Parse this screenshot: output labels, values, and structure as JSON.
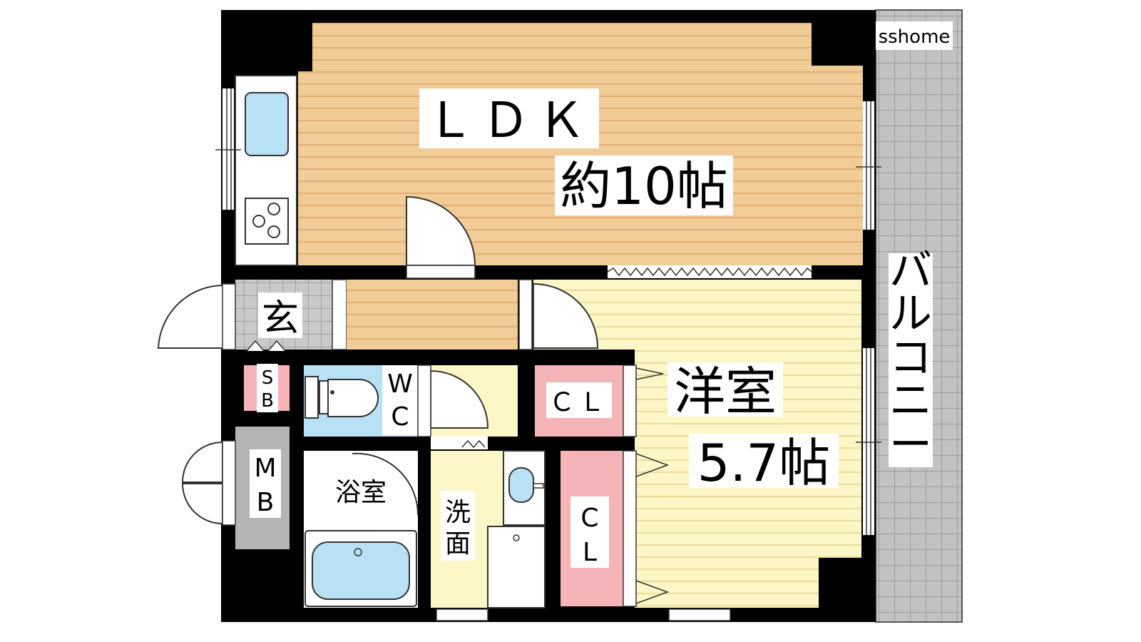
{
  "floorplan": {
    "watermark": "sshome",
    "rooms": {
      "ldk_name": "ＬＤＫ",
      "ldk_size": "約10帖",
      "western_name": "洋室",
      "western_size": "5.7帖",
      "balcony": "バルコニー",
      "entrance": "玄",
      "shoe_box_top": "S",
      "shoe_box_bottom": "B",
      "toilet_top": "W",
      "toilet_bottom": "C",
      "closet_upper": "ＣＬ",
      "closet_lower_top": "C",
      "closet_lower_bottom": "L",
      "meter_box_top": "M",
      "meter_box_bottom": "B",
      "bath": "浴室",
      "washroom_top": "洗",
      "washroom_bottom": "面"
    },
    "colors": {
      "ldk_floor": "#f2cc96",
      "ldk_lines": "#e0a86a",
      "western_floor": "#fdf6c6",
      "western_lines": "#e7db8f",
      "fixture_blue": "#b9e1f5",
      "closet_pink": "#f5b4b8",
      "meter_gray": "#b4b4b4",
      "tile_gray": "#bbbbbb",
      "wall": "#000000"
    }
  }
}
